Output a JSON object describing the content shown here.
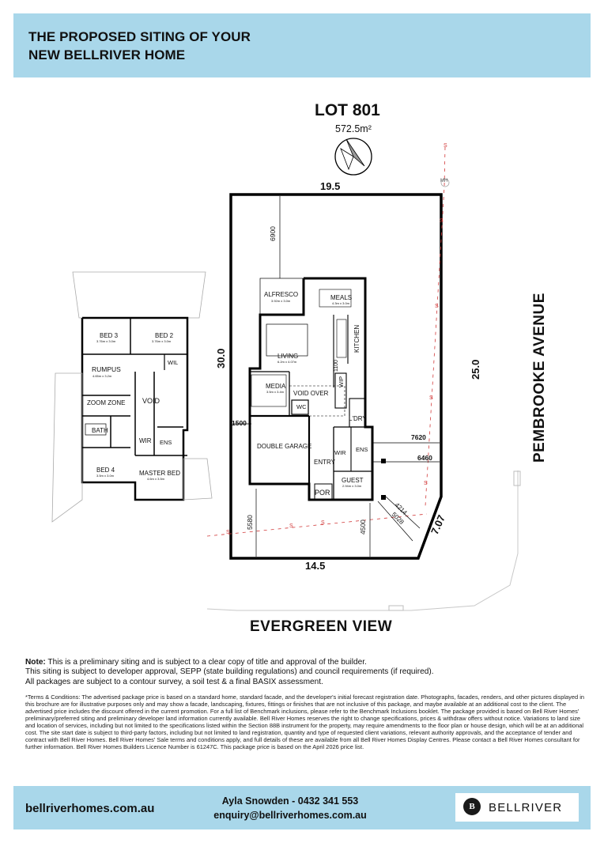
{
  "header": {
    "line1": "THE PROPOSED SITING OF YOUR",
    "line2": "NEW BELLRIVER HOME"
  },
  "lot": {
    "title": "LOT 801",
    "area": "572.5m²"
  },
  "dims": {
    "top": "19.5",
    "left": "30.0",
    "right": "25.0",
    "bottom": "14.5",
    "corner": "7.07",
    "rear_setback": "6900",
    "side_left": "1500",
    "front_left": "5580",
    "front_right": "4500",
    "side_7620": "7620",
    "side_6460": "6460",
    "d5028": "5028",
    "d4214": "4214",
    "d1100": "1100"
  },
  "streets": {
    "bottom": "EVERGREEN VIEW",
    "right": "PEMBROOKE AVENUE"
  },
  "markers": {
    "mh": "MH",
    "sewer": "S"
  },
  "ground_floor": {
    "alfresco": "ALFRESCO",
    "alfresco_size": "3.92m x 3.0m",
    "meals": "MEALS",
    "meals_size": "4.3m x 3.0m",
    "kitchen": "KITCHEN",
    "living": "LIVING",
    "living_size": "6.2m x 4.07m",
    "media": "MEDIA",
    "media_size": "3.5m x 3.4m",
    "void_over": "VOID OVER",
    "wc": "WC",
    "wip": "WIP",
    "ldry": "L'DRY",
    "double_garage": "DOUBLE GARAGE",
    "entry": "ENTRY",
    "wir": "WIR",
    "ens": "ENS",
    "guest": "GUEST",
    "guest_size": "2.94m x 3.0m",
    "por": "POR"
  },
  "upper_floor": {
    "bed3": "BED 3",
    "bed3_size": "3.76m x 3.0m",
    "bed2": "BED 2",
    "bed2_size": "3.76m x 3.0m",
    "wil": "WIL",
    "rumpus": "RUMPUS",
    "rumpus_size": "4.65m x 3.2m",
    "zoom_zone": "ZOOM ZONE",
    "void": "VOID",
    "bath": "BATH",
    "wir": "WIR",
    "ens": "ENS",
    "bed4": "BED 4",
    "bed4_size": "3.5m x 3.0m",
    "master_bed": "MASTER BED",
    "master_size": "4.6m x 3.5m"
  },
  "note": {
    "label": "Note:",
    "line1": "This is a preliminary siting and is subject to a clear copy of title and approval of the builder.",
    "line2": "This siting is subject to developer approval, SEPP (state building regulations) and council requirements (if required).",
    "line3": "All packages are subject to a contour survey, a soil test & a final BASIX assessment."
  },
  "terms": "*Terms & Conditions: The advertised package price is based on a standard home, standard facade, and the developer's initial forecast registration date. Photographs, facades, renders, and other pictures displayed in this brochure are for illustrative purposes only and may show a facade, landscaping, fixtures, fittings or finishes that are not inclusive of this package, and maybe available at an additional cost to the client. The advertised price includes the discount offered in the current promotion. For a full list of Benchmark inclusions, please refer to the Benchmark Inclusions booklet. The package provided is based on Bell River Homes' preliminary/preferred siting and preliminary developer land information currently available. Bell River Homes reserves the right to change specifications, prices & withdraw offers without notice. Variations to land size and location of services, including but not limited to the specifications listed within the Section 88B instrument for the property, may require amendments to the floor plan or house design, which will be at an additional cost. The site start date is subject to third-party factors, including but not limited to land registration, quantity and type of requested client variations, relevant authority approvals, and the acceptance of tender and contract with Bell River Homes. Bell River Homes' Sale terms and conditions apply, and full details of these are available from all Bell River Homes Display Centres. Please contact a Bell River Homes consultant for further information. Bell River Homes Builders Licence Number is 61247C. This package price is based on the April 2026 price list.",
  "footer": {
    "website": "bellriverhomes.com.au",
    "contact_name": "Ayla Snowden - 0432 341 553",
    "email": "enquiry@bellriverhomes.com.au",
    "logo_mark": "B",
    "logo_text": "BELLRIVER"
  }
}
